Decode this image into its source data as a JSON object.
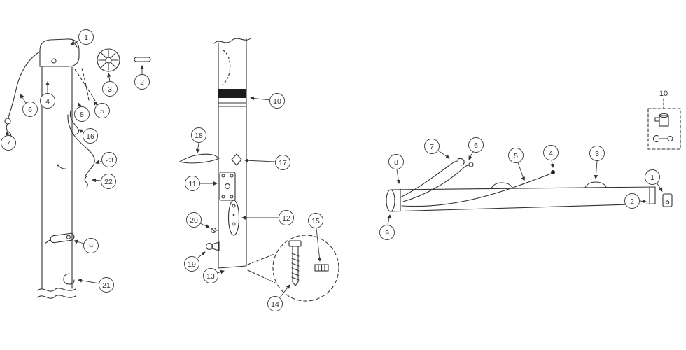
{
  "page": {
    "background": "#ffffff"
  },
  "diagram": {
    "line_color": "#333333",
    "band_color": "#1c1c1c",
    "assemblies": {
      "left": {
        "callouts": [
          {
            "label": "1"
          },
          {
            "label": "3"
          },
          {
            "label": "2"
          },
          {
            "label": "4"
          },
          {
            "label": "5"
          },
          {
            "label": "8"
          },
          {
            "label": "6"
          },
          {
            "label": "7"
          },
          {
            "label": "16"
          },
          {
            "label": "23"
          },
          {
            "label": "22"
          },
          {
            "label": "9"
          },
          {
            "label": "21"
          }
        ]
      },
      "middle": {
        "callouts": [
          {
            "label": "10"
          },
          {
            "label": "18"
          },
          {
            "label": "17"
          },
          {
            "label": "11"
          },
          {
            "label": "12"
          },
          {
            "label": "20"
          },
          {
            "label": "19"
          },
          {
            "label": "13"
          },
          {
            "label": "15"
          },
          {
            "label": "14"
          }
        ]
      },
      "right": {
        "callouts": [
          {
            "label": "7"
          },
          {
            "label": "6"
          },
          {
            "label": "8"
          },
          {
            "label": "5"
          },
          {
            "label": "4"
          },
          {
            "label": "3"
          },
          {
            "label": "1"
          },
          {
            "label": "2"
          },
          {
            "label": "9"
          },
          {
            "label": "10"
          }
        ]
      }
    }
  }
}
